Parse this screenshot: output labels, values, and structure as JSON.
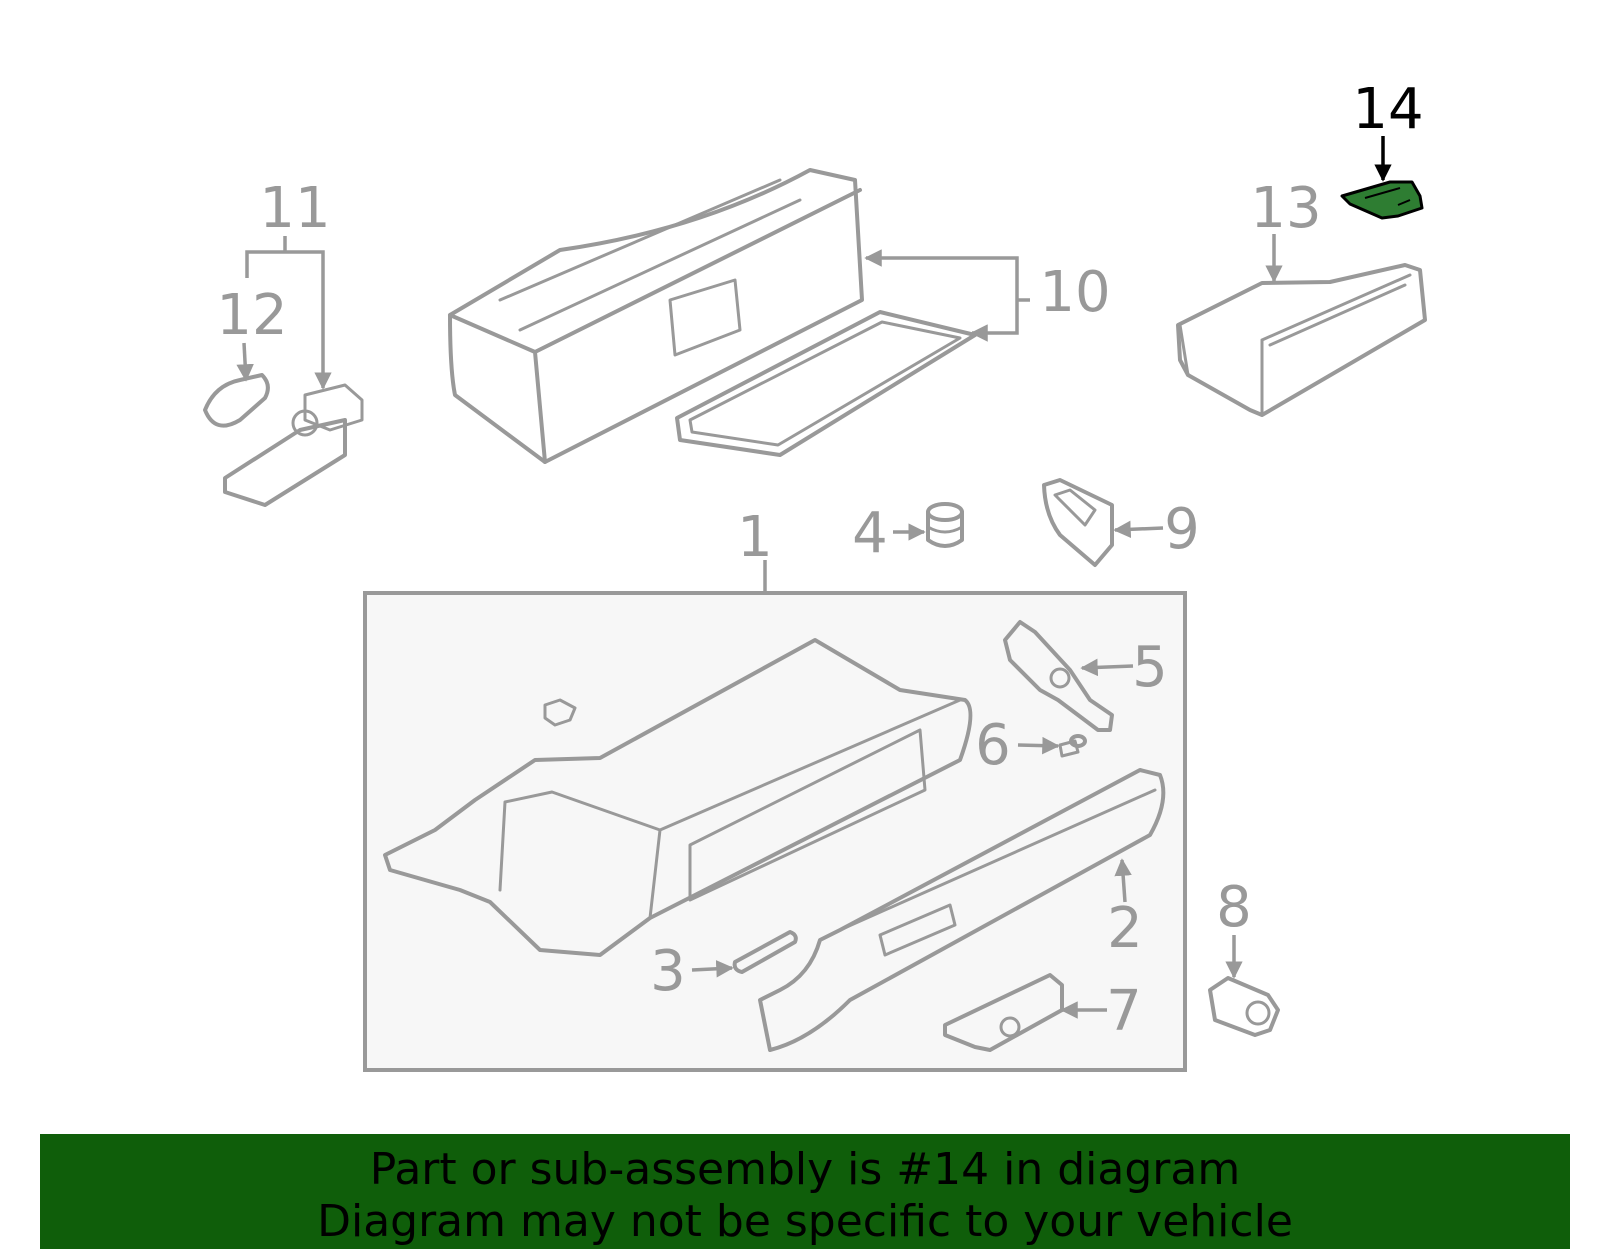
{
  "callouts": {
    "c1": "1",
    "c2": "2",
    "c3": "3",
    "c4": "4",
    "c5": "5",
    "c6": "6",
    "c7": "7",
    "c8": "8",
    "c9": "9",
    "c10": "10",
    "c11": "11",
    "c12": "12",
    "c13": "13",
    "c14": "14"
  },
  "highlight": {
    "part_number": "14",
    "color": "#2e7d32"
  },
  "banner": {
    "line1": "Part or sub-assembly is #14 in diagram",
    "line2": "Diagram may not be specific to your vehicle",
    "background": "#0f5e0a"
  }
}
